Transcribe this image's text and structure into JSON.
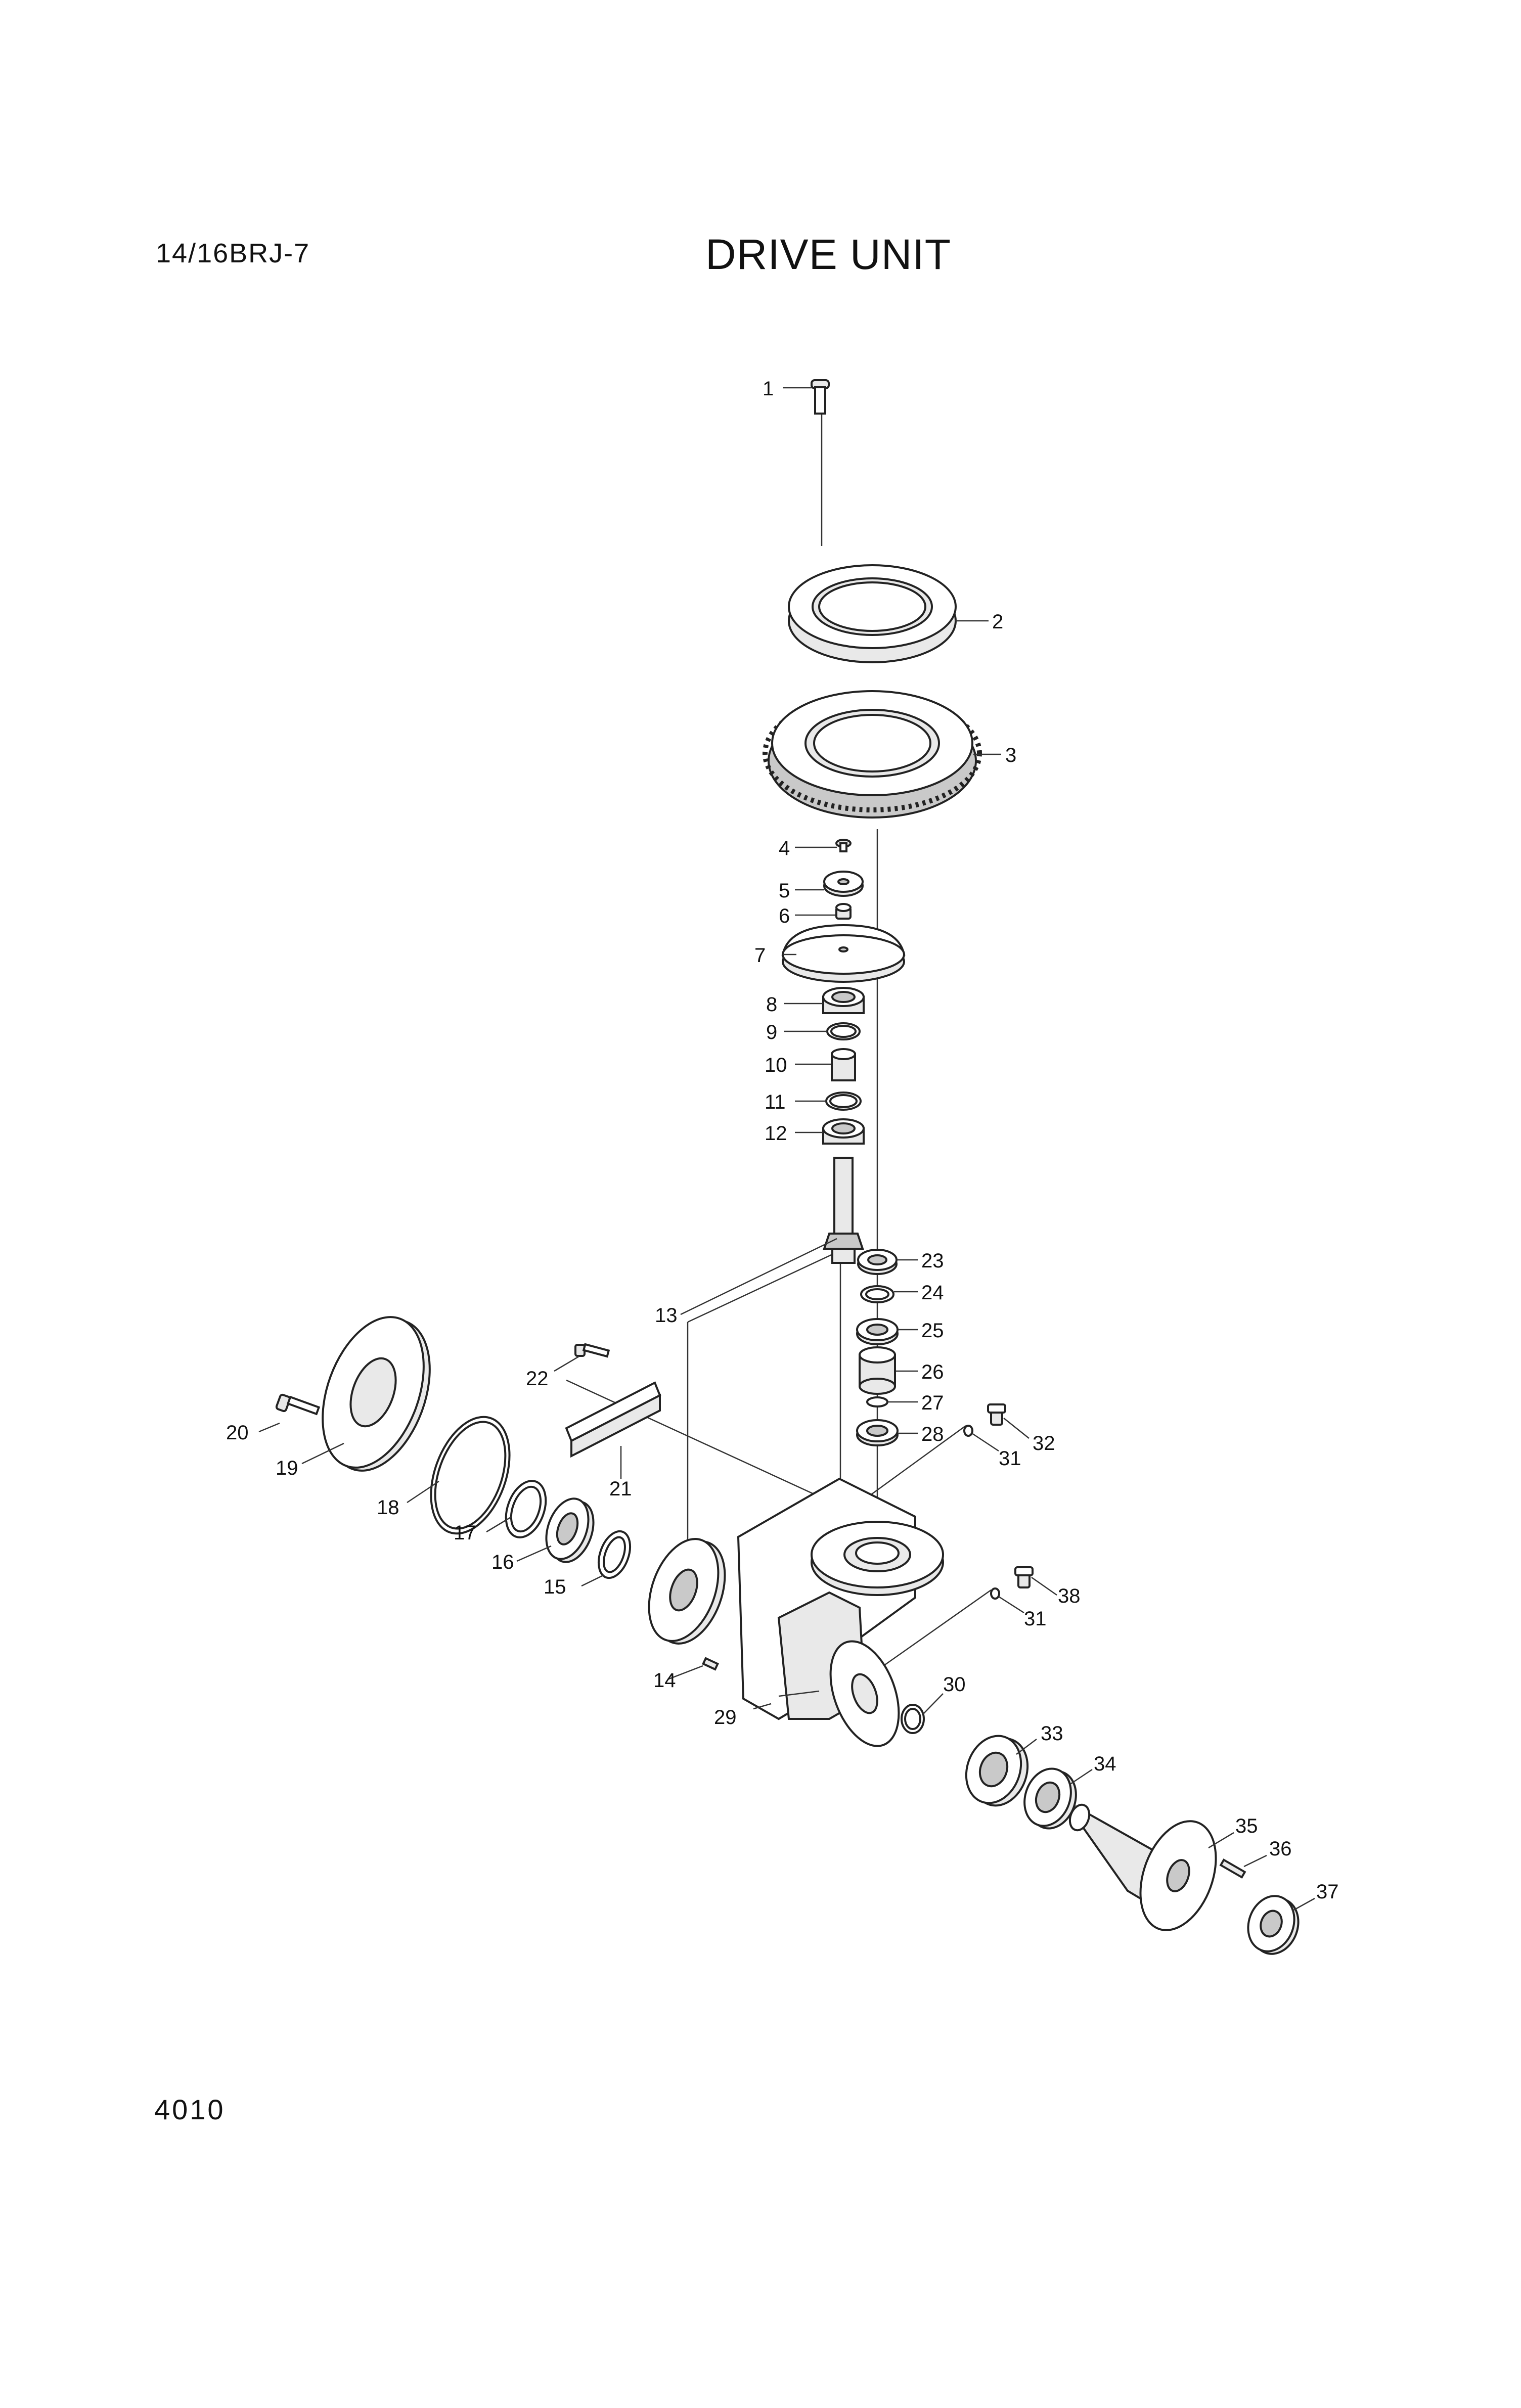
{
  "header": {
    "model": "14/16BRJ-7",
    "title": "DRIVE UNIT"
  },
  "footer": {
    "page_number": "4010"
  },
  "callouts": {
    "c1": "1",
    "c2": "2",
    "c3": "3",
    "c4": "4",
    "c5": "5",
    "c6": "6",
    "c7": "7",
    "c8": "8",
    "c9": "9",
    "c10": "10",
    "c11": "11",
    "c12": "12",
    "c13": "13",
    "c14": "14",
    "c15": "15",
    "c16": "16",
    "c17": "17",
    "c18": "18",
    "c19": "19",
    "c20": "20",
    "c21": "21",
    "c22": "22",
    "c23": "23",
    "c24": "24",
    "c25": "25",
    "c26": "26",
    "c27": "27",
    "c28": "28",
    "c29": "29",
    "c30": "30",
    "c31a": "31",
    "c31b": "31",
    "c32": "32",
    "c33": "33",
    "c34": "34",
    "c35": "35",
    "c36": "36",
    "c37": "37",
    "c38": "38"
  }
}
